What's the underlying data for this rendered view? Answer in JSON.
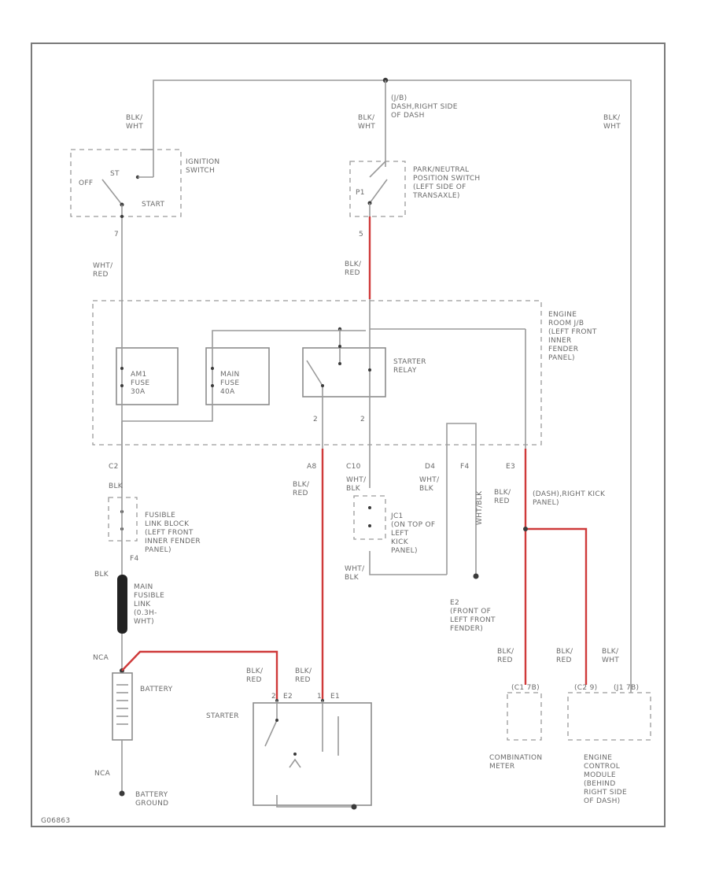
{
  "labels": {
    "blk_wht_1": "BLK/\nWHT",
    "blk_wht_2": "BLK/\nWHT",
    "blk_wht_3": "BLK/\nWHT",
    "blk_wht_4": "BLK/\nWHT",
    "ignition_switch": "IGNITION\nSWITCH",
    "off": "OFF",
    "st": "ST",
    "start": "START",
    "conn_7": "7",
    "wht_red": "WHT/\nRED",
    "j_top": "(J/B)\nDASH,RIGHT SIDE\nOF DASH",
    "pn_switch": "PARK/NEUTRAL\nPOSITION SWITCH\n(LEFT SIDE OF\nTRANSAXLE)",
    "p1": "P1",
    "conn_5": "5",
    "blk_red_1": "BLK/\nRED",
    "er_jb": "ENGINE\nROOM J/B\n(LEFT FRONT\nINNER\nFENDER\nPANEL)",
    "am_fuse": "AM1\nFUSE\n30A",
    "main_fuse": "MAIN\nFUSE\n40A",
    "starter_relay": "STARTER\nRELAY",
    "relay_2a": "2",
    "relay_2b": "2",
    "c2": "C2",
    "blk_1": "BLK",
    "fusible_block": "FUSIBLE\nLINK BLOCK\n(LEFT FRONT\nINNER FENDER\nPANEL)",
    "f4": "F4",
    "blk_2": "BLK",
    "main_fusible": "MAIN\nFUSIBLE\nLINK\n(0.3H-\nWHT)",
    "wht_blk_vert": "WHT/BLK",
    "a8": "A8",
    "blk_red_2": "BLK/\nRED",
    "c10": "C10",
    "wht_blk_1": "WHT/\nBLK",
    "jc1": "JC1\n(ON TOP OF\nLEFT\nKICK\nPANEL)",
    "wht_blk_2": "WHT/\nBLK",
    "d4": "D4",
    "wht_blk_3": "WHT/\nBLK",
    "f4b": "F4",
    "e3": "E3",
    "blk_red_3": "BLK/\nRED",
    "jb_dash": "(DASH),RIGHT KICK\nPANEL)",
    "e2": "E2\n(FRONT OF\nLEFT FRONT\nFENDER)",
    "nca_1": "NCA",
    "battery": "BATTERY",
    "nca_2": "NCA",
    "battery_ground": "BATTERY\nGROUND",
    "blk_red_4": "BLK/\nRED",
    "blk_red_5": "BLK/\nRED",
    "starter": "STARTER",
    "s_e2": "E2",
    "s_e1": "E1",
    "s_2": "2",
    "s_1": "1",
    "blk_red_6": "BLK/\nRED",
    "blk_red_7": "BLK/\nRED",
    "combination_meter": "COMBINATION\nMETER",
    "ecm": "ENGINE\nCONTROL\nMODULE\n(BEHIND\nRIGHT SIDE\nOF DASH)",
    "cm_conn": "(C1 7B)",
    "ecm_conn_a": "(C2 9)",
    "ecm_conn_b": "(J1 7B)",
    "footer_code": "G06863"
  }
}
